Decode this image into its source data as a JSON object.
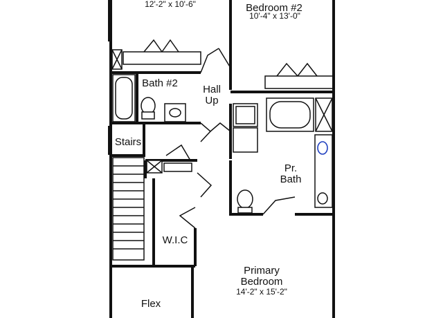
{
  "rooms": {
    "bedroom3_dims": "12'-2\" x 10'-6\"",
    "bedroom2_name": "Bedroom #2",
    "bedroom2_dims": "10'-4\" x 13'-0\"",
    "bath2_name": "Bath #2",
    "hall_line1": "Hall",
    "hall_line2": "Up",
    "stairs_name": "Stairs",
    "pr_bath_line1": "Pr.",
    "pr_bath_line2": "Bath",
    "wic_name": "W.I.C",
    "primary_line1": "Primary",
    "primary_line2": "Bedroom",
    "primary_dims": "14'-2\" x 15'-2\"",
    "flex_name": "Flex"
  },
  "colors": {
    "wall": "#111111",
    "sink_accent": "#1f3fbf"
  }
}
